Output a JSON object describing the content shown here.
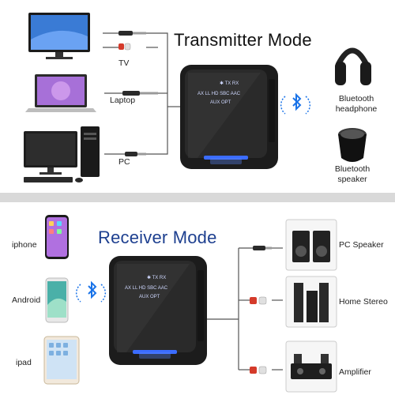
{
  "transmitter": {
    "title": "Transmitter Mode",
    "sources": [
      "TV",
      "Laptop",
      "PC"
    ],
    "outputs": [
      "Bluetooth headphone",
      "Bluetooth speaker"
    ],
    "device_labels": [
      "AX",
      "LL",
      "HD",
      "SBC",
      "AAC",
      "AUX",
      "OPT",
      "TX",
      "RX"
    ]
  },
  "receiver": {
    "title": "Receiver Mode",
    "sources": [
      "iphone",
      "Android",
      "ipad"
    ],
    "outputs": [
      "PC Speaker",
      "Home Stereo",
      "Amplifier"
    ],
    "device_labels": [
      "AX",
      "LL",
      "HD",
      "SBC",
      "AAC",
      "AUX",
      "OPT",
      "TX",
      "RX"
    ]
  },
  "colors": {
    "title_dark": "#111111",
    "title_blue": "#1d3f8f",
    "bluetooth": "#1a73e8",
    "glow": "#3b6cff"
  },
  "icons": [
    "bluetooth-icon"
  ]
}
